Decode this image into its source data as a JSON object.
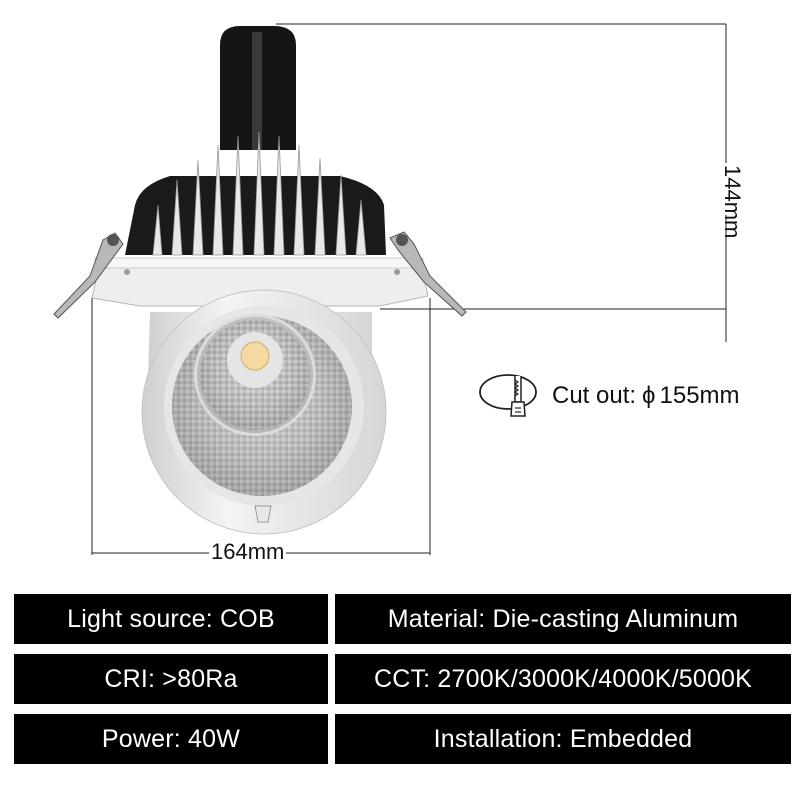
{
  "dimensions": {
    "height": "144mm",
    "width": "164mm"
  },
  "cutout": {
    "label": "Cut out:",
    "symbol": "ϕ",
    "value": "155mm",
    "icon": "ceiling-cutout-saw-icon"
  },
  "specs": [
    {
      "text": "Light source: COB"
    },
    {
      "text": "Material: Die-casting Aluminum"
    },
    {
      "text": "CRI: >80Ra"
    },
    {
      "text": "CCT: 2700K/3000K/4000K/5000K"
    },
    {
      "text": "Power: 40W"
    },
    {
      "text": "Installation: Embedded"
    }
  ],
  "colors": {
    "spec_background": "#000000",
    "spec_text": "#ffffff",
    "housing": "#f0f0f0",
    "heatsink": "#1a1a1a",
    "led_chip": "#f5d9a0"
  }
}
